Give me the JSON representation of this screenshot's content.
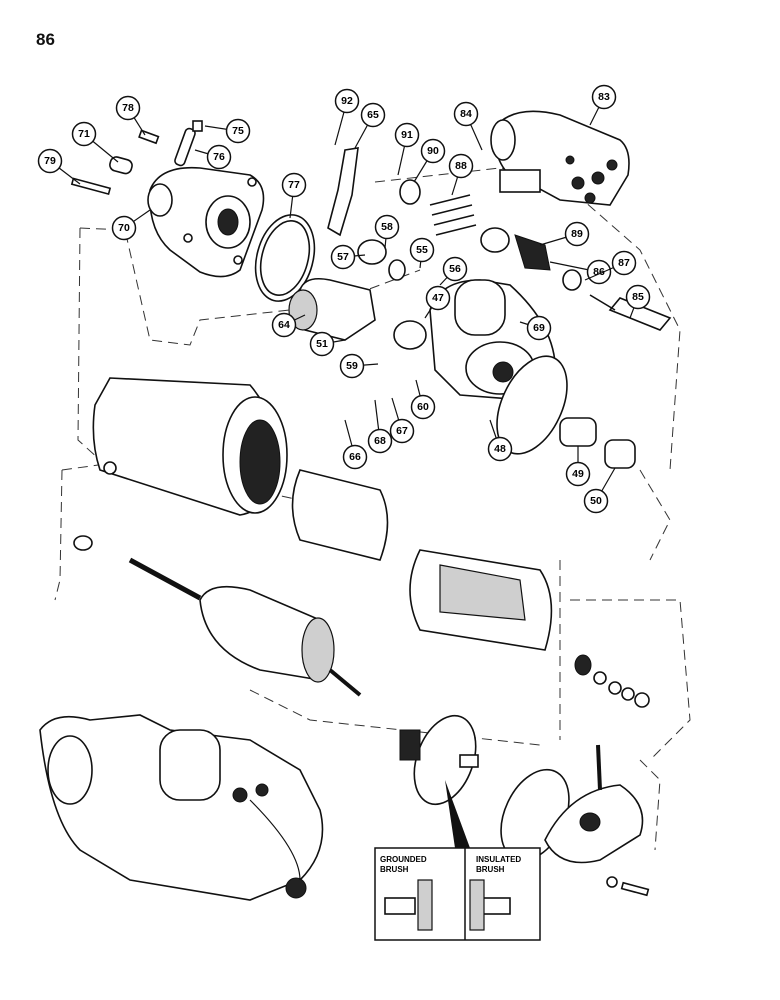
{
  "page_number": "86",
  "callouts": [
    "92",
    "65",
    "84",
    "83",
    "78",
    "75",
    "71",
    "76",
    "91",
    "90",
    "88",
    "79",
    "70",
    "77",
    "89",
    "86",
    "58",
    "55",
    "57",
    "56",
    "87",
    "85",
    "47",
    "64",
    "69",
    "51",
    "59",
    "60",
    "66",
    "68",
    "67",
    "48",
    "49",
    "50"
  ],
  "inset": {
    "left_label_line1": "GROUNDED",
    "left_label_line2": "BRUSH",
    "right_label_line1": "INSULATED",
    "right_label_line2": "BRUSH"
  }
}
